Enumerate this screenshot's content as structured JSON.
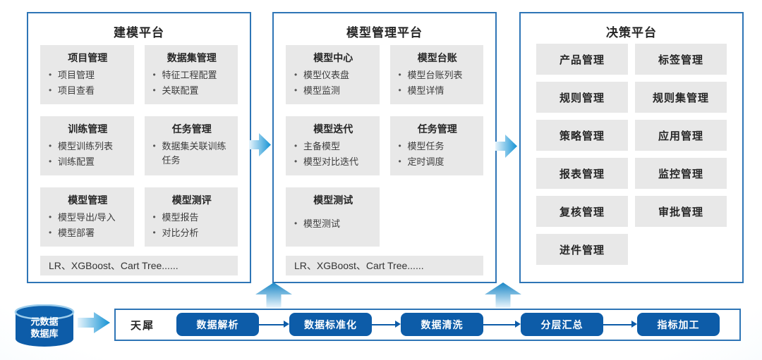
{
  "colors": {
    "panel_border": "#2e75b6",
    "group_box_fill": "#e8e8e8",
    "step_blue": "#0d5ca8",
    "arrow_gradient_light": "#e6f4fc",
    "arrow_gradient_dark": "#1492d4"
  },
  "panels": [
    {
      "title": "建模平台",
      "groups": [
        {
          "title": "项目管理",
          "items": [
            "项目管理",
            "项目查看"
          ]
        },
        {
          "title": "数据集管理",
          "items": [
            "特征工程配置",
            "关联配置"
          ]
        },
        {
          "title": "训练管理",
          "items": [
            "模型训练列表",
            "训练配置"
          ]
        },
        {
          "title": "任务管理",
          "items": [
            "数据集关联训练任务"
          ]
        },
        {
          "title": "模型管理",
          "items": [
            "模型导出/导入",
            "模型部署"
          ]
        },
        {
          "title": "模型测评",
          "items": [
            "模型报告",
            "对比分析"
          ]
        }
      ],
      "footer": "LR、XGBoost、Cart Tree......"
    },
    {
      "title": "模型管理平台",
      "groups": [
        {
          "title": "模型中心",
          "items": [
            "模型仪表盘",
            "模型监测"
          ]
        },
        {
          "title": "模型台账",
          "items": [
            "模型台账列表",
            "模型详情"
          ]
        },
        {
          "title": "模型迭代",
          "items": [
            "主备模型",
            "模型对比迭代"
          ]
        },
        {
          "title": "任务管理",
          "items": [
            "模型任务",
            "定时调度"
          ]
        },
        {
          "title": "模型测试",
          "items": [
            "模型测试"
          ]
        }
      ],
      "footer": "LR、XGBoost、Cart Tree......"
    },
    {
      "title": "决策平台",
      "boxes": [
        "产品管理",
        "标签管理",
        "规则管理",
        "规则集管理",
        "策略管理",
        "应用管理",
        "报表管理",
        "监控管理",
        "复核管理",
        "审批管理",
        "进件管理"
      ]
    }
  ],
  "database": {
    "line1": "元数据",
    "line2": "数据库"
  },
  "pipeline": {
    "label": "天犀",
    "steps": [
      "数据解析",
      "数据标准化",
      "数据清洗",
      "分层汇总",
      "指标加工"
    ]
  }
}
